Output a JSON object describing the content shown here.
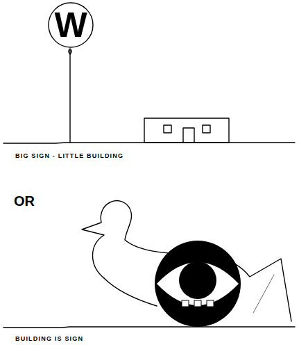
{
  "diagram": {
    "nodes": [
      {
        "text": [
          "W"
        ]
      }
    ],
    "labels": [
      "BIG SIGN - LITTLE BUILDING",
      "OR",
      "BUILDING IS SIGN"
    ]
  }
}
